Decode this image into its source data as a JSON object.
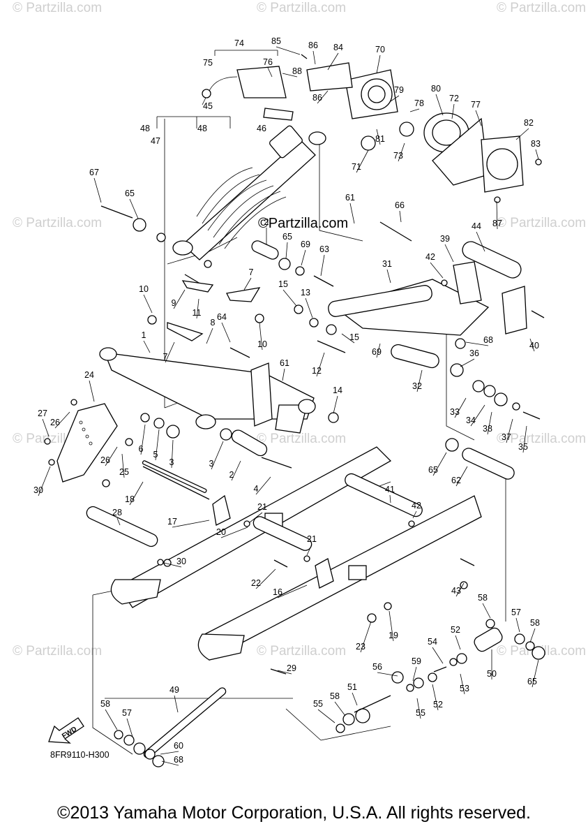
{
  "watermarks": {
    "mark": "© Partzilla.com",
    "center_mark": "©Partzilla.com"
  },
  "diagram_code": "8FR9110-H300",
  "direction_label": "FWD",
  "copyright": "©2013 Yamaha Motor Corporation, U.S.A. All rights reserved.",
  "callouts": [
    "74",
    "85",
    "86",
    "84",
    "70",
    "75",
    "76",
    "88",
    "79",
    "80",
    "86",
    "78",
    "72",
    "77",
    "45",
    "82",
    "48",
    "48",
    "46",
    "81",
    "47",
    "73",
    "71",
    "83",
    "67",
    "65",
    "61",
    "66",
    "87",
    "2",
    "65",
    "69",
    "63",
    "44",
    "39",
    "31",
    "42",
    "10",
    "9",
    "11",
    "15",
    "7",
    "13",
    "64",
    "8",
    "10",
    "15",
    "69",
    "68",
    "40",
    "1",
    "7",
    "12",
    "61",
    "36",
    "32",
    "24",
    "14",
    "33",
    "34",
    "27",
    "26",
    "6",
    "5",
    "3",
    "3",
    "2",
    "38",
    "37",
    "35",
    "26",
    "25",
    "65",
    "62",
    "4",
    "30",
    "18",
    "21",
    "41",
    "42",
    "17",
    "20",
    "28",
    "21",
    "30",
    "22",
    "16",
    "43",
    "58",
    "23",
    "19",
    "57",
    "58",
    "54",
    "52",
    "50",
    "65",
    "29",
    "56",
    "59",
    "53",
    "49",
    "55",
    "51",
    "52",
    "58",
    "57",
    "60",
    "55",
    "58",
    "68"
  ]
}
